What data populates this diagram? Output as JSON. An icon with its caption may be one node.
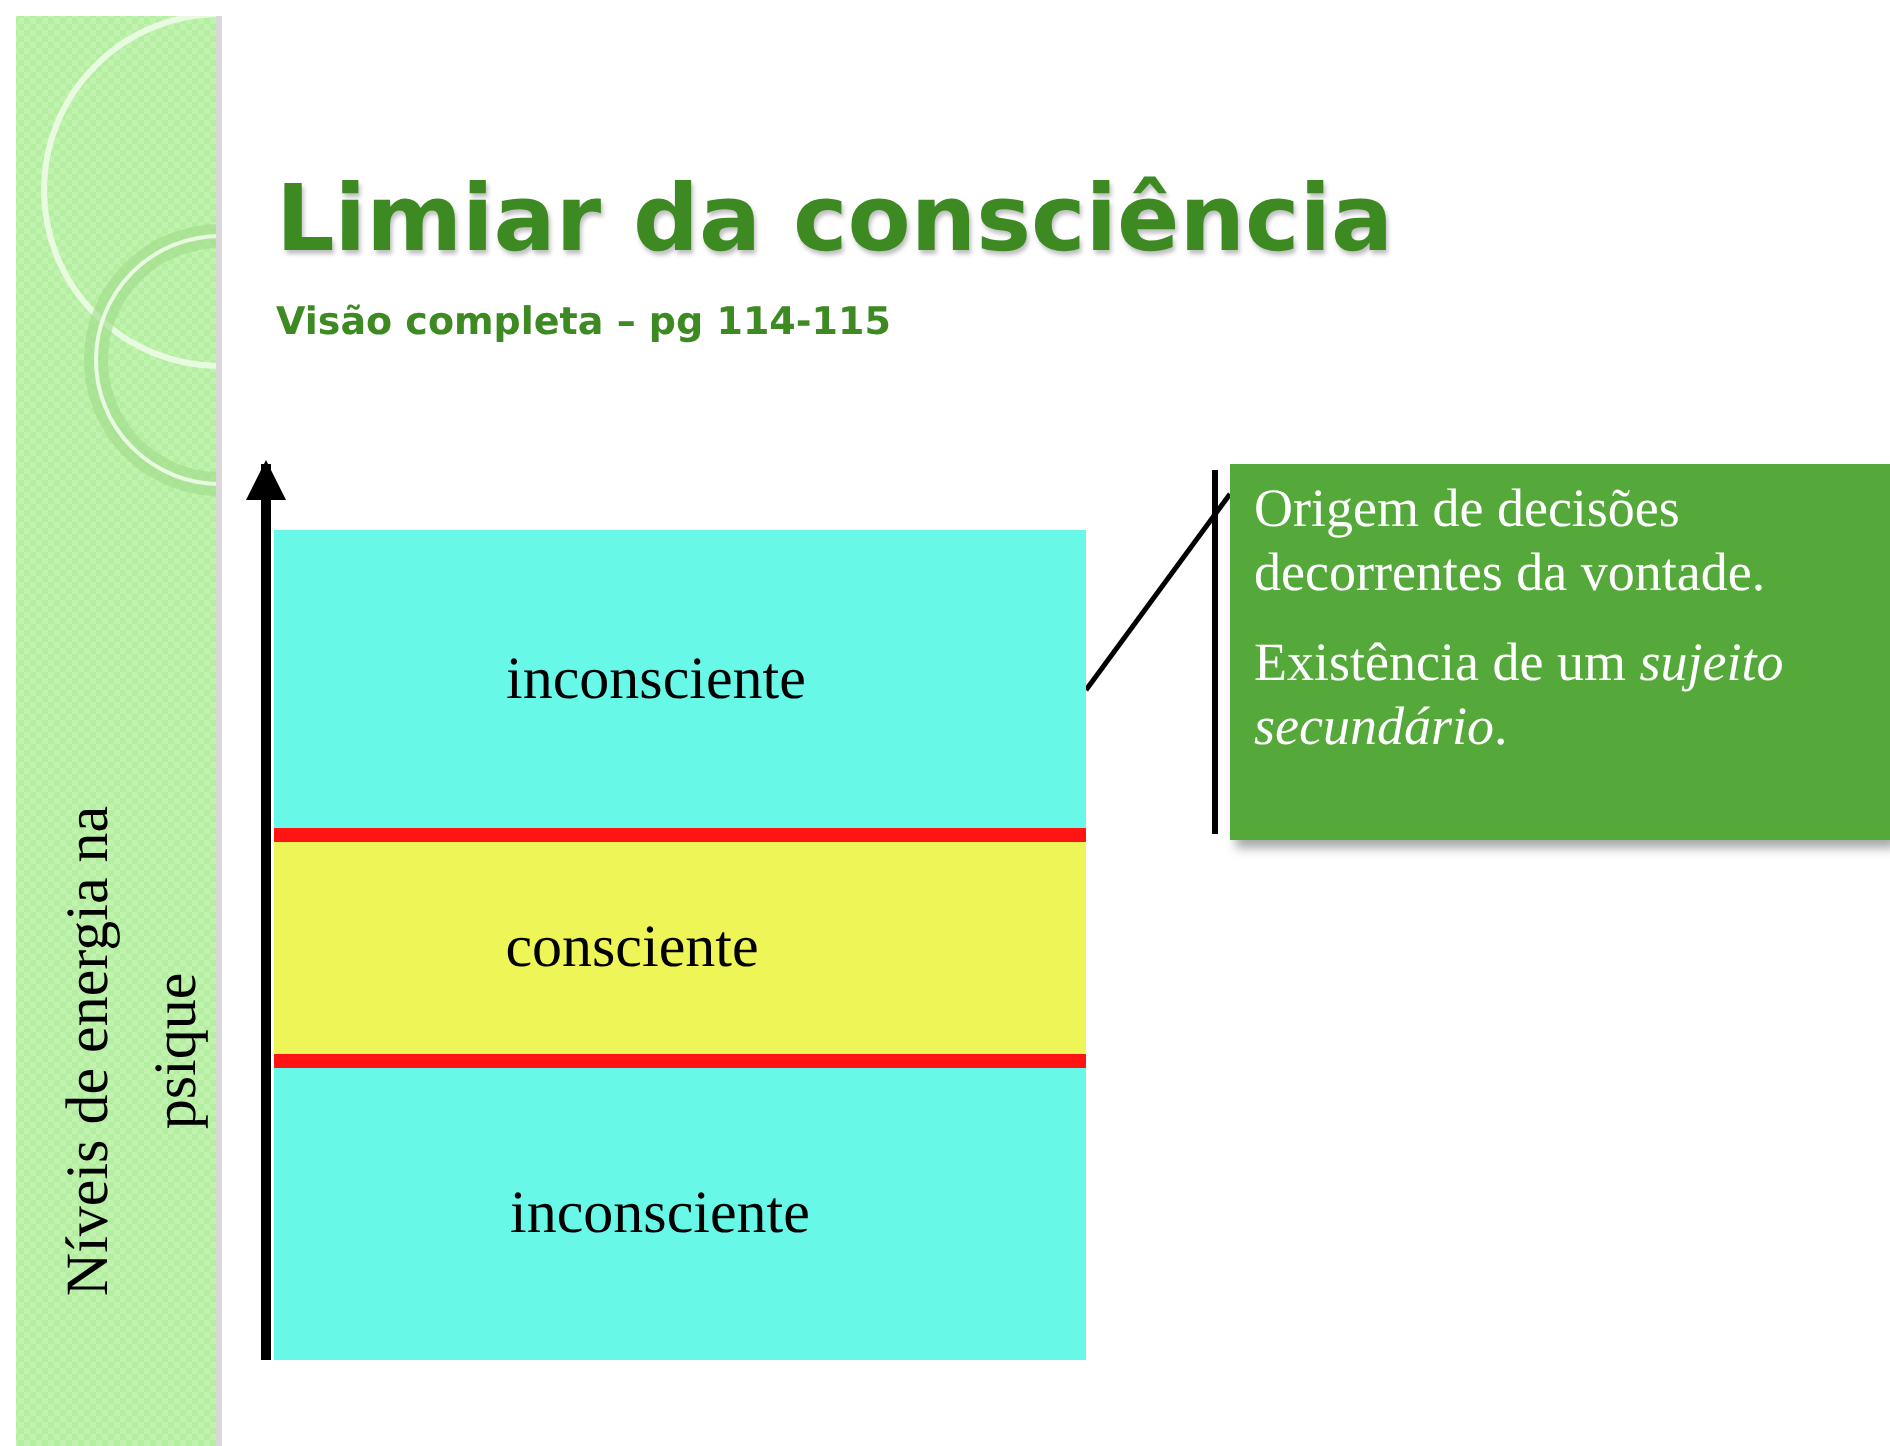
{
  "diagram": {
    "title": "Limiar da consciência",
    "nodes": [
      {
        "text": [
          "inconsciente"
        ]
      },
      {
        "text": [
          "consciente"
        ]
      },
      {
        "text": [
          "inconsciente"
        ]
      },
      {
        "text": [
          "Origem de decisões decorrentes da vontade.",
          "Existência de um *sujeito secundário*."
        ]
      }
    ],
    "edges": [
      {
        "from": 3,
        "to": 0,
        "arrow": "none"
      }
    ],
    "labels": [
      "Visão completa – pg 114-115",
      "Níveis de energia na psique"
    ]
  }
}
